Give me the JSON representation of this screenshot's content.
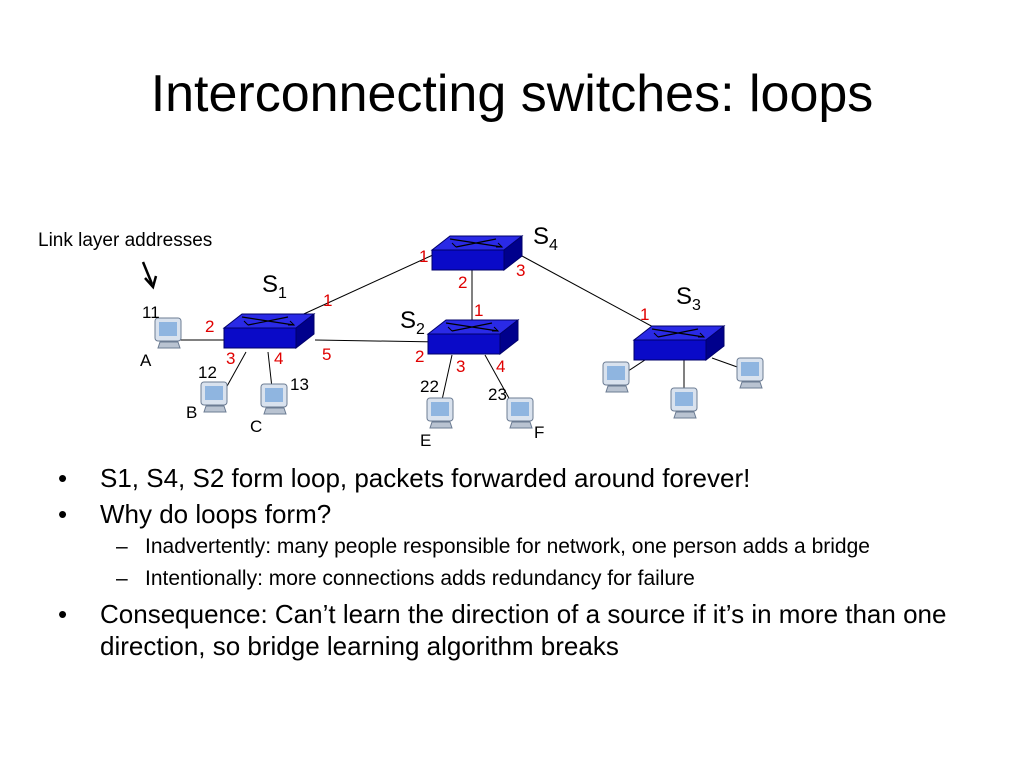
{
  "title": "Interconnecting switches: loops",
  "annotation": "Link layer addresses",
  "switches": {
    "s1": {
      "base": "S",
      "sub": "1"
    },
    "s2": {
      "base": "S",
      "sub": "2"
    },
    "s3": {
      "base": "S",
      "sub": "3"
    },
    "s4": {
      "base": "S",
      "sub": "4"
    }
  },
  "ports": {
    "s4": {
      "p1": "1",
      "p2": "2",
      "p3": "3"
    },
    "s1": {
      "p1": "1",
      "p2": "2",
      "p3": "3",
      "p4": "4",
      "p5": "5"
    },
    "s2": {
      "p1": "1",
      "p2": "2",
      "p3": "3",
      "p4": "4"
    },
    "s3": {
      "p1": "1"
    }
  },
  "hosts": {
    "a": {
      "name": "A",
      "addr": "11"
    },
    "b": {
      "name": "B",
      "addr": "12"
    },
    "c": {
      "name": "C",
      "addr": "13"
    },
    "e": {
      "name": "E",
      "addr": "22"
    },
    "f": {
      "name": "F",
      "addr": "23"
    }
  },
  "bullets": [
    {
      "text": "S1, S4, S2 form loop, packets forwarded around forever!"
    },
    {
      "text": "Why do loops form?",
      "sub": [
        "Inadvertently: many people responsible for network, one person adds a bridge",
        "Intentionally: more connections adds redundancy for failure"
      ]
    },
    {
      "text": "Consequence: Can’t learn the direction of a source if it’s in more than one direction, so bridge learning algorithm breaks"
    }
  ],
  "symbols": {
    "bullet": "•",
    "dash": "–"
  },
  "colors": {
    "switch": "#0a0ac8",
    "switch_dark": "#00007a",
    "port_label": "#e00000",
    "host": "#8fb5e0"
  }
}
